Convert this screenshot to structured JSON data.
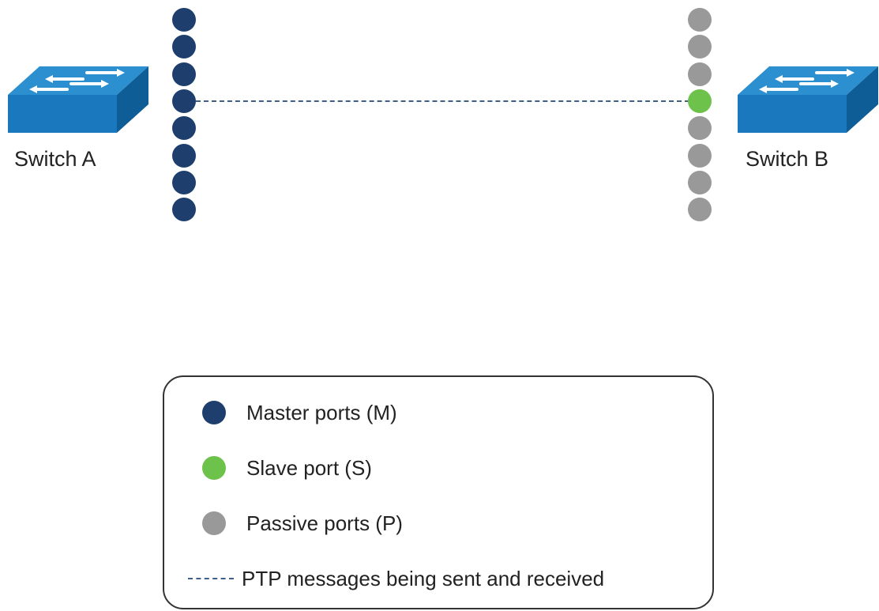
{
  "switch_a": {
    "label": "Switch A",
    "icon": "network-switch-icon",
    "port_states": [
      "master",
      "master",
      "master",
      "master",
      "master",
      "master",
      "master",
      "master"
    ]
  },
  "switch_b": {
    "label": "Switch B",
    "icon": "network-switch-icon",
    "port_states": [
      "passive",
      "passive",
      "passive",
      "slave",
      "passive",
      "passive",
      "passive",
      "passive"
    ]
  },
  "colors": {
    "master": "#1e3f6e",
    "slave": "#6cc24a",
    "passive": "#999999",
    "link": "#3f5f87",
    "switch_top": "#2c8fd0",
    "switch_front": "#1a78be",
    "switch_side": "#0f5d96"
  },
  "legend": {
    "items": [
      {
        "type": "dot",
        "state": "master",
        "label": "Master ports (M)"
      },
      {
        "type": "dot",
        "state": "slave",
        "label": "Slave port (S)"
      },
      {
        "type": "dot",
        "state": "passive",
        "label": "Passive ports (P)"
      },
      {
        "type": "dash",
        "state": "link",
        "label": "PTP messages being sent and received"
      }
    ]
  }
}
